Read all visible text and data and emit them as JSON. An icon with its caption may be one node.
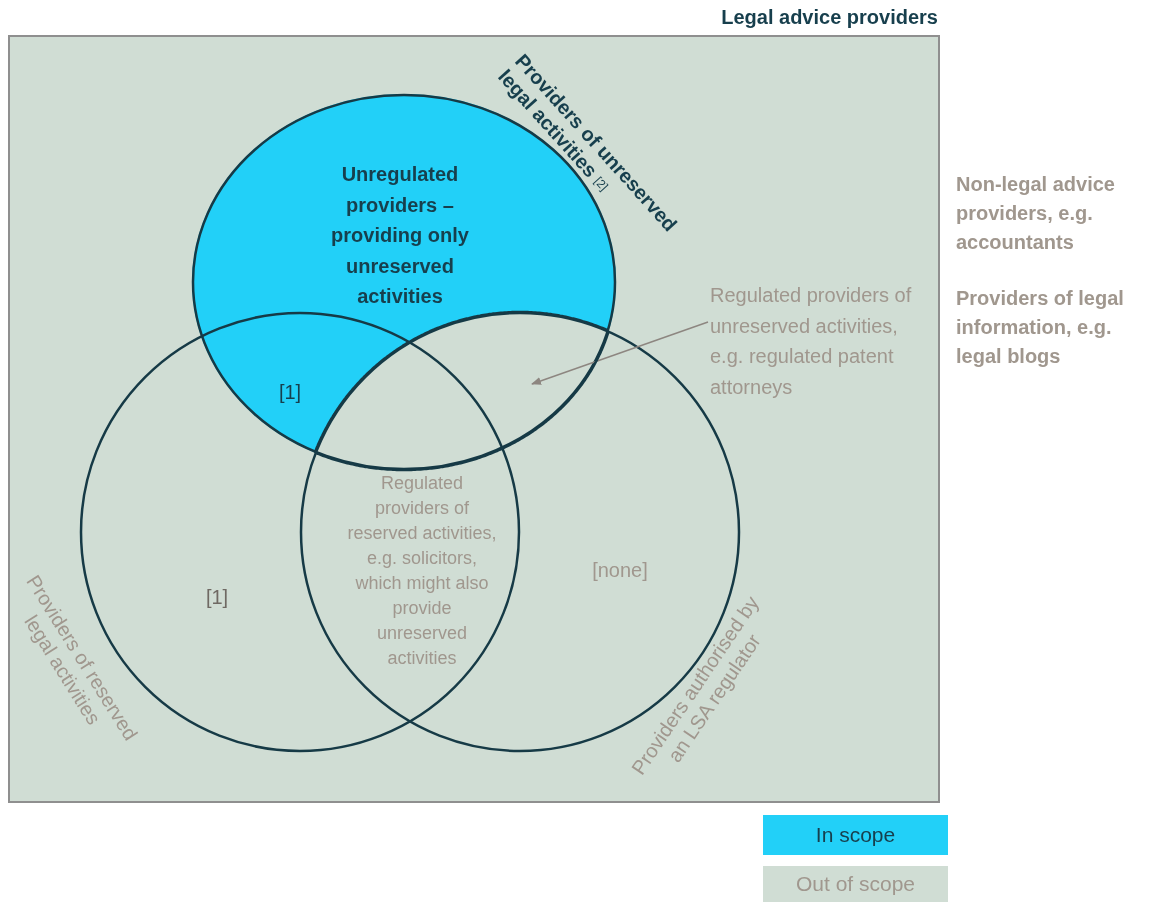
{
  "diagram": {
    "nodes": [
      {
        "text": [
          "Legal advice providers"
        ]
      },
      {
        "text": [
          "Providers of unreserved legal activities $^{[2]}$"
        ],
        "in": 0
      },
      {
        "text": [
          "Providers of reserved legal activities"
        ],
        "in": 0
      },
      {
        "text": [
          "Providers authorised by an LSA regulator"
        ],
        "in": 0
      },
      {
        "text": [
          "Regulated providers of unreserved activities, e.g. regulated patent attorneys"
        ],
        "in": 0
      },
      {
        "text": [],
        "shape": "lens"
      }
    ],
    "edges": [
      {
        "from": 4,
        "to": 5,
        "arrow": "to"
      }
    ],
    "labels": [
      "Unregulated providers – providing only unreserved activities",
      "[1]",
      "Regulated providers of reserved activities, e.g. solicitors, which might also provide unreserved activities",
      "[1]",
      "[none]",
      "Non-legal advice providers, e.g. accountants",
      "Providers of legal information, e.g. legal blogs"
    ],
    "legend": [
      {
        "text": "In scope",
        "color": "#22d0f8"
      },
      {
        "text": "Out of scope",
        "color": "#d0ddd4"
      }
    ]
  }
}
